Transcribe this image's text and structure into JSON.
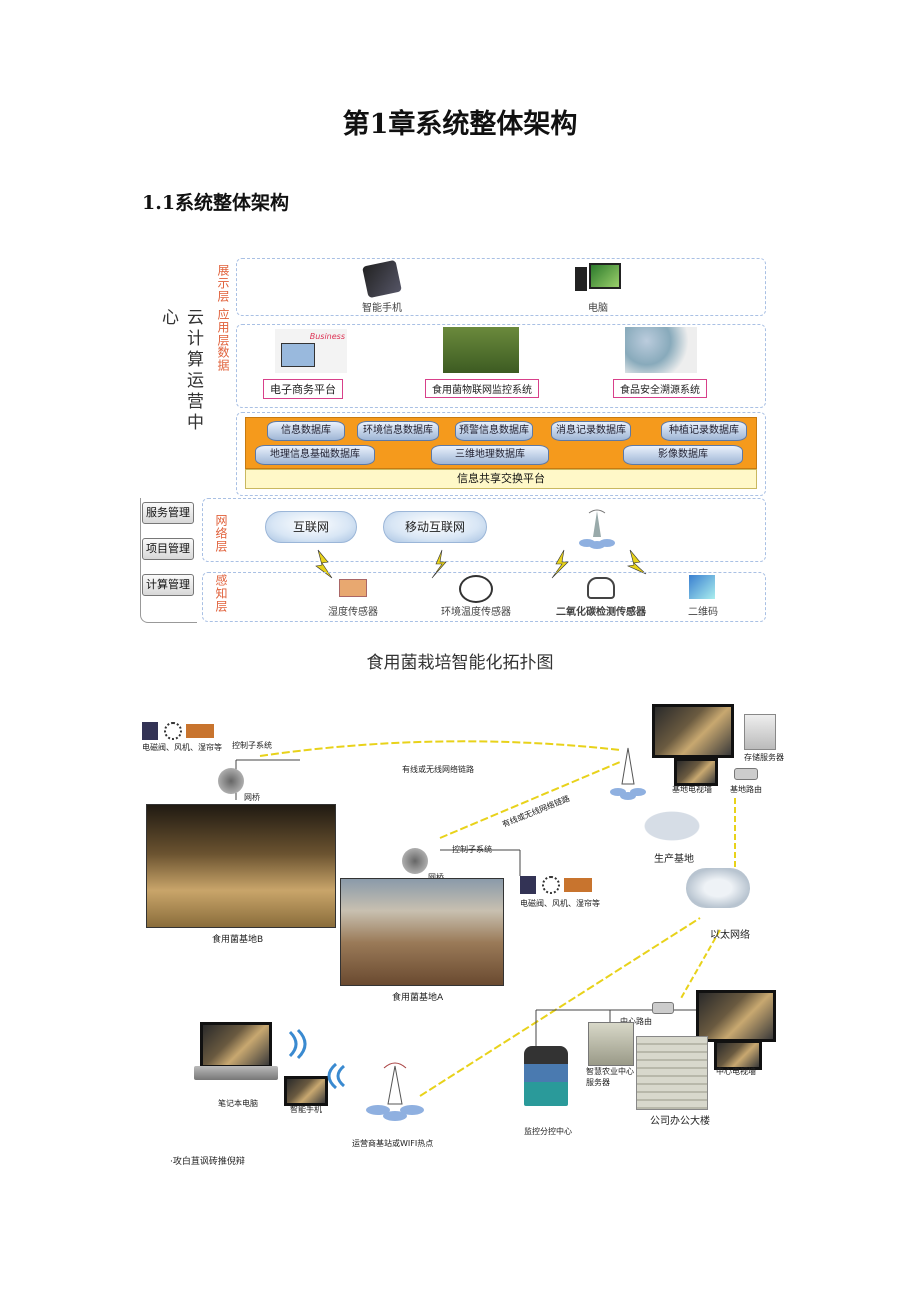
{
  "chapter_title": "第1章系统整体架构",
  "section_title": "1.1系统整体架构",
  "fig1": {
    "left_title": "云计算运营中心",
    "layers": {
      "display": "展示层",
      "application": "应用层",
      "data": "数据",
      "network": "网络层",
      "perception": "感知层"
    },
    "devices": {
      "phone": "智能手机",
      "pc": "电脑"
    },
    "apps": {
      "business_img": "Business",
      "ecommerce": "电子商务平台",
      "iot": "食用菌物联网监控系统",
      "food_safety": "食品安全溯源系统"
    },
    "databases": [
      "信息数据库",
      "环境信息数据库",
      "预警信息数据库",
      "消息记录数据库",
      "种植记录数据库"
    ],
    "databases2": [
      "地理信息基础数据库",
      "三维地理数据库",
      "影像数据库"
    ],
    "platform": "信息共享交换平台",
    "management": [
      "服务管理",
      "项目管理",
      "计算管理"
    ],
    "clouds": {
      "internet": "互联网",
      "mobile_internet": "移动互联网"
    },
    "sensors": [
      "湿度传感器",
      "环境温度传感器",
      "二氧化碳检测传感器",
      "二维码"
    ]
  },
  "fig1_caption": "食用菌栽培智能化拓扑图",
  "fig2": {
    "top_left_devices": "电磁阀、风机、湿帘等",
    "control_sys1": "控制子系统",
    "bridge1": "网桥",
    "base_b": "食用菌基地B",
    "link1": "有线或无线网络链路",
    "link2": "有线或无线网络链路",
    "control_sys2": "控制子系统",
    "bridge2": "网桥",
    "devices2": "电磁阀、风机、湿帘等",
    "base_a": "食用菌基地A",
    "storage": "存储服务器",
    "base_tv": "基地电视墙",
    "base_router": "基地路由",
    "production_base": "生产基地",
    "ethernet": "以太网络",
    "center_router": "中心路由",
    "agri_server": "智慧农业中心服务器",
    "center_tv": "中心电视墙",
    "office": "公司办公大楼",
    "monitor_center": "监控分控中心",
    "laptop": "笔记本电脑",
    "phone": "智能手机",
    "wifi": "运营商基站或WIFI热点"
  },
  "footer_text": "·攻白苴讽砖推倪辩",
  "colors": {
    "orange": "#f59a1c",
    "pink": "#d8408a",
    "dash": "#a9c0e4",
    "bolt": "#e8d21a"
  }
}
